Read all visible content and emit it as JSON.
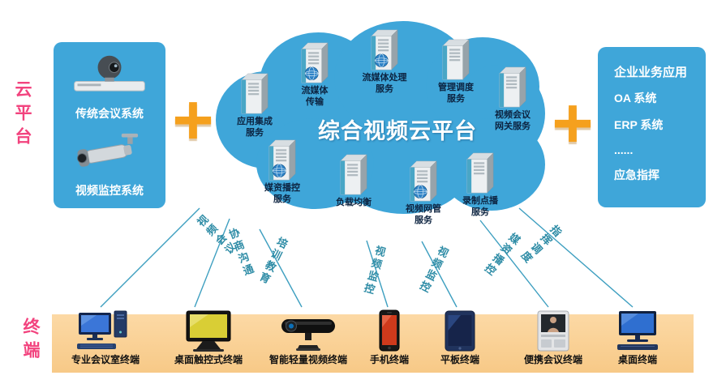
{
  "axis": {
    "cloud_label": "云平台",
    "terminal_label": "终端"
  },
  "plus_sign": "+",
  "left_panel": {
    "items": [
      {
        "label": "传统会议系统"
      },
      {
        "label": "视频监控系统"
      }
    ]
  },
  "cloud": {
    "title": "综合视频云平台",
    "servers": [
      {
        "label": "应用集成\n服务"
      },
      {
        "label": "流媒体\n传输"
      },
      {
        "label": "流媒体处理\n服务"
      },
      {
        "label": "管理调度\n服务"
      },
      {
        "label": "视频会议\n网关服务"
      },
      {
        "label": "媒资播控\n服务"
      },
      {
        "label": "负载均衡"
      },
      {
        "label": "视频网管\n服务"
      },
      {
        "label": "录制点播\n服务"
      }
    ]
  },
  "right_panel": {
    "title": "企业业务应用",
    "items": [
      "OA 系统",
      "ERP 系统",
      "......",
      "应急指挥"
    ]
  },
  "links": [
    {
      "label": "视频会议"
    },
    {
      "label": "协商沟通"
    },
    {
      "label": "培训教育"
    },
    {
      "label": "视频监控"
    },
    {
      "label": "视频监控"
    },
    {
      "label": "媒资播控"
    },
    {
      "label": "指挥调度"
    }
  ],
  "terminals": [
    {
      "label": "专业会议室终端"
    },
    {
      "label": "桌面触控式终端"
    },
    {
      "label": "智能轻量视频终端"
    },
    {
      "label": "手机终端"
    },
    {
      "label": "平板终端"
    },
    {
      "label": "便携会议终端"
    },
    {
      "label": "桌面终端"
    }
  ],
  "colors": {
    "cloud_blue": "#3fa6d9",
    "panel_blue": "#3fa6d9",
    "plus_orange": "#f5a01d",
    "bar_orange": "#fad39c",
    "axis_pink": "#f2437e",
    "link_teal": "#2e8ca6"
  }
}
